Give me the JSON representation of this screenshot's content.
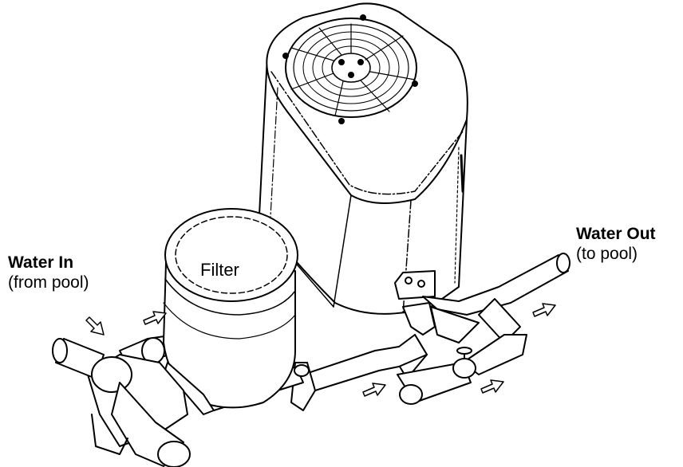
{
  "labels": {
    "water_in_title": "Water In",
    "water_in_sub": "(from pool)",
    "water_out_title": "Water Out",
    "water_out_sub": "(to pool)",
    "filter": "Filter"
  },
  "colors": {
    "line": "#000000",
    "background": "#ffffff"
  },
  "icons": {
    "flow_arrow": "hollow-arrow",
    "fan": "fan-grille",
    "valve": "ball-valve"
  }
}
